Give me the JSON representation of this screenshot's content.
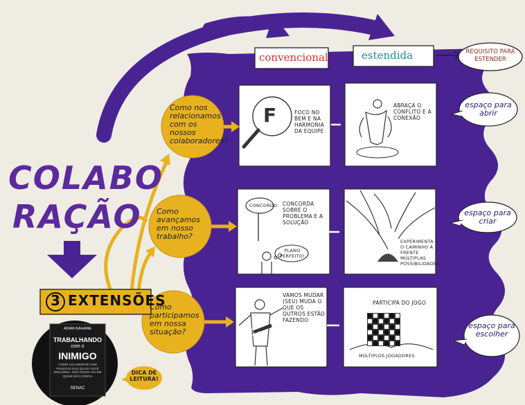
{
  "title_line1": "COLABO",
  "title_line2": "RAÇÃO",
  "extensions_number": "3",
  "extensions_label": "EXTENSÕES",
  "columns": {
    "conventional": "convencional",
    "extended": "estendida"
  },
  "requirement_tag": "REQUISITO PARA ESTENDER",
  "questions": [
    "Como nos relacionamos com os nossos colaboradores?",
    "Como avançamos em nosso trabalho?",
    "Como participamos em nossa situação?"
  ],
  "panels": {
    "p1": "FOCO NO BEM E NA HARMONIA DA EQUIPE",
    "p1_letter": "F",
    "p2": "ABRAÇA O CONFLITO E A CONEXÃO",
    "p3_sign": "CONCORDO",
    "p3": "CONCORDA SOBRE O PROBLEMA E A SOLUÇÃO",
    "p3_bubble": "PLANO PERFEITO!",
    "p4": "EXPERIMENTA O CAMINHO À FRENTE MÚLTIPLAS POSSIBILIDADES",
    "p5": "VAMOS MUDAR (SEU) MUDA O QUE OS OUTROS ESTÃO FAZENDO",
    "p5_sash": "VÍTIMA DO MEIO",
    "p6_top": "PARTICIPA DO JOGO",
    "p6_bottom": "MÚLTIPLOS JOGADORES"
  },
  "side_bubbles": [
    "espaço para abrir",
    "espaço para criar",
    "espaço para escolher"
  ],
  "book": {
    "author": "ADAM KAHANE",
    "title_1": "TRABALHANDO",
    "title_2": "com o",
    "title_3": "INIMIGO",
    "subtitle": "COMO COLABORAR COM PESSOAS DAS QUAIS VOCÊ DISCORDA, NÃO GOSTA OU EM QUEM NÃO CONFIA",
    "publisher": "SENAC"
  },
  "reading_tip": "DICA DE LEITURA!",
  "colors": {
    "purple": "#4a2393",
    "yellow": "#e8b21f",
    "background": "#efece4"
  }
}
